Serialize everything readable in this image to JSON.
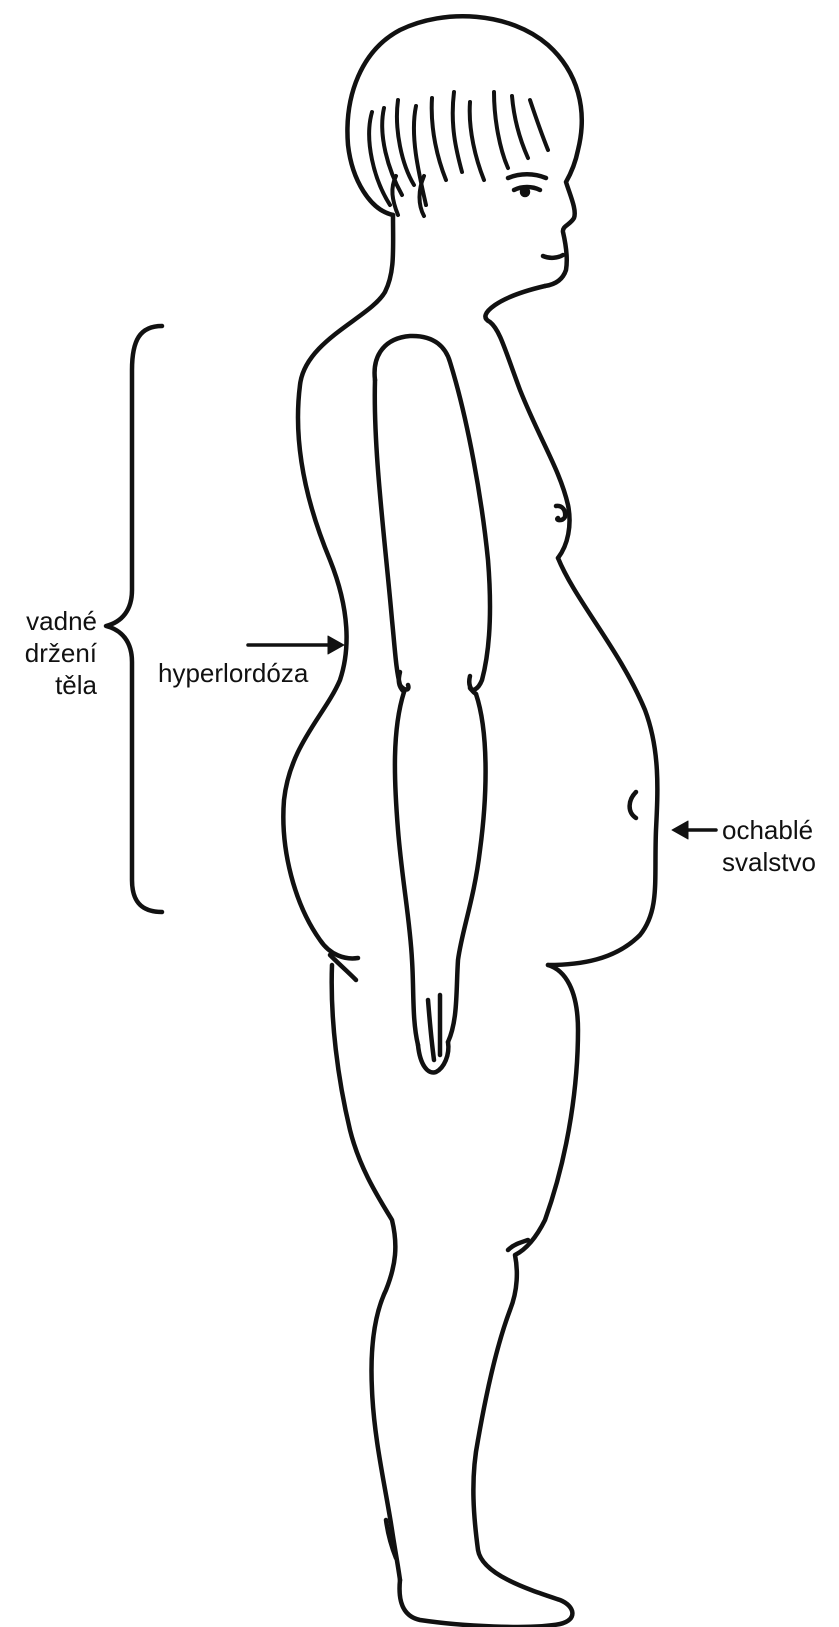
{
  "labels": {
    "posture": [
      "vadné",
      "držení",
      "těla"
    ],
    "hyperlordosis": "hyperlordóza",
    "muscles": [
      "ochablé",
      "svalstvo"
    ]
  },
  "colors": {
    "line": "#111111",
    "background": "#ffffff"
  }
}
